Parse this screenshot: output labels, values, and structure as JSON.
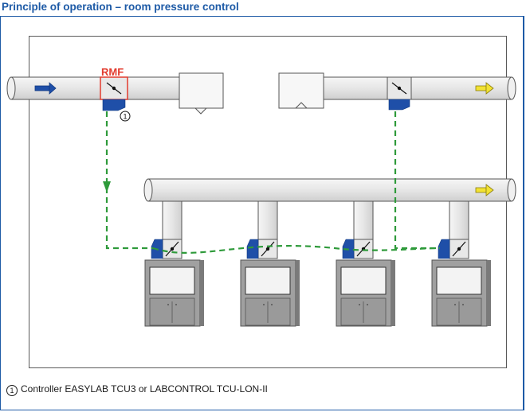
{
  "title": "Principle of operation – room pressure control",
  "rmf_label": "RMF",
  "marker_number": "1",
  "legend": {
    "number": "1",
    "text": "Controller EASYLAB TCU3 or LABCONTROL TCU-LON-II"
  },
  "colors": {
    "title": "#1d5aa6",
    "duct": "#e3e3e3",
    "signal_line": "#2e9a3a",
    "actuator": "#1f4fa8",
    "supply_arrow": "#1f4fa8",
    "exhaust_arrow": "#f2e233",
    "rmf_highlight": "#e23b2e",
    "fume_cupboard": "#9e9e9e"
  },
  "icons": [
    "supply-flow-arrow-icon",
    "exhaust-flow-arrow-icon",
    "damper-icon",
    "actuator-icon",
    "circled-number-icon"
  ]
}
